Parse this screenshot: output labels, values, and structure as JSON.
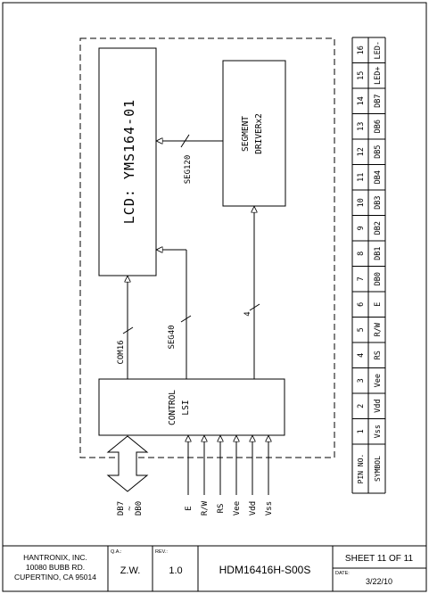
{
  "diagram": {
    "lcd_label": "LCD: YMS164-01",
    "segment_driver": [
      "SEGMENT",
      "DRIVERx2"
    ],
    "control_lsi": [
      "CONTROL",
      "LSI"
    ],
    "bus_labels": {
      "seg120": "SEG120",
      "com16": "COM16",
      "seg40": "SEG40",
      "four": "4"
    },
    "data_bus": [
      "DB7",
      "~",
      "DB0"
    ],
    "control_inputs": [
      "E",
      "R/W",
      "RS",
      "Vee",
      "Vdd",
      "Vss"
    ]
  },
  "pin_table": {
    "pin_header": "PIN NO.",
    "symbol_header": "SYMBOL",
    "pins": [
      {
        "no": "1",
        "symbol": "Vss"
      },
      {
        "no": "2",
        "symbol": "Vdd"
      },
      {
        "no": "3",
        "symbol": "Vee"
      },
      {
        "no": "4",
        "symbol": "RS"
      },
      {
        "no": "5",
        "symbol": "R/W"
      },
      {
        "no": "6",
        "symbol": "E"
      },
      {
        "no": "7",
        "symbol": "DB0"
      },
      {
        "no": "8",
        "symbol": "DB1"
      },
      {
        "no": "9",
        "symbol": "DB2"
      },
      {
        "no": "10",
        "symbol": "DB3"
      },
      {
        "no": "11",
        "symbol": "DB4"
      },
      {
        "no": "12",
        "symbol": "DB5"
      },
      {
        "no": "13",
        "symbol": "DB6"
      },
      {
        "no": "14",
        "symbol": "DB7"
      },
      {
        "no": "15",
        "symbol": "LED+"
      },
      {
        "no": "16",
        "symbol": "LED-"
      }
    ]
  },
  "title_block": {
    "company": [
      "HANTRONIX, INC.",
      "10080 BUBB RD.",
      "CUPERTINO, CA 95014"
    ],
    "qa_label": "Q.A.:",
    "qa_value": "Z.W.",
    "rev_label": "REV.:",
    "rev_value": "1.0",
    "part_number": "HDM16416H-S00S",
    "sheet": "SHEET 11  OF 11",
    "date_label": "DATE:",
    "date_value": "3/22/10"
  }
}
